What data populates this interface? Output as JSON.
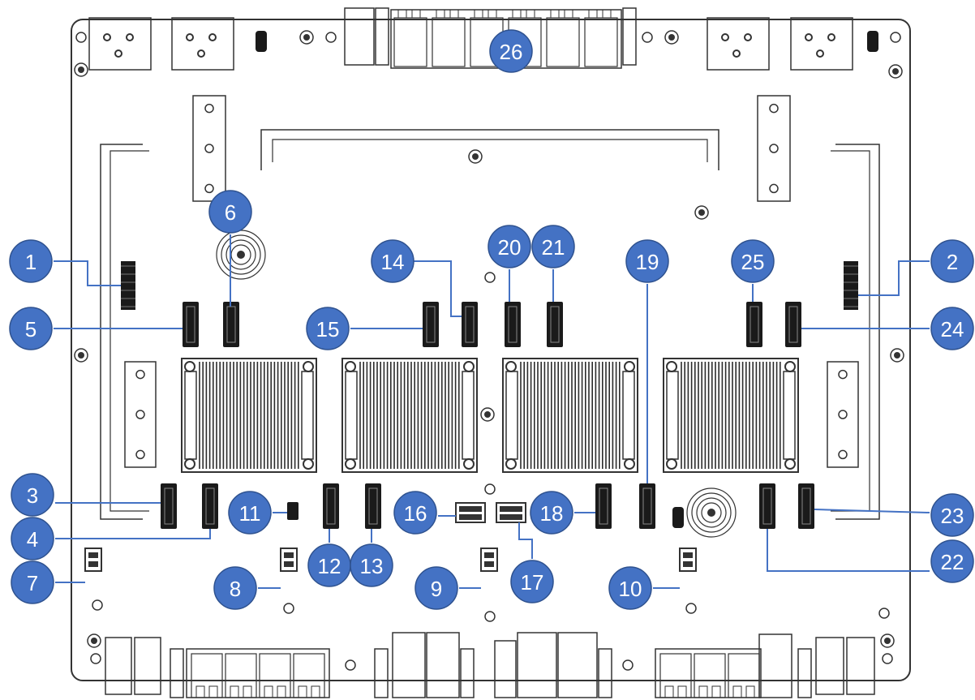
{
  "diagram": {
    "colors": {
      "callout_fill": "#4472c4",
      "callout_stroke": "#2f528f",
      "leader_line": "#4472c4",
      "line_art": "#333333",
      "heatsink_fin": "#2b2b2b",
      "connector_fill": "#1a1a1a"
    },
    "callouts": [
      {
        "label": "1"
      },
      {
        "label": "2"
      },
      {
        "label": "3"
      },
      {
        "label": "4"
      },
      {
        "label": "5"
      },
      {
        "label": "6"
      },
      {
        "label": "7"
      },
      {
        "label": "8"
      },
      {
        "label": "9"
      },
      {
        "label": "10"
      },
      {
        "label": "11"
      },
      {
        "label": "12"
      },
      {
        "label": "13"
      },
      {
        "label": "14"
      },
      {
        "label": "15"
      },
      {
        "label": "16"
      },
      {
        "label": "17"
      },
      {
        "label": "18"
      },
      {
        "label": "19"
      },
      {
        "label": "20"
      },
      {
        "label": "21"
      },
      {
        "label": "22"
      },
      {
        "label": "23"
      },
      {
        "label": "24"
      },
      {
        "label": "25"
      },
      {
        "label": "26"
      }
    ]
  }
}
